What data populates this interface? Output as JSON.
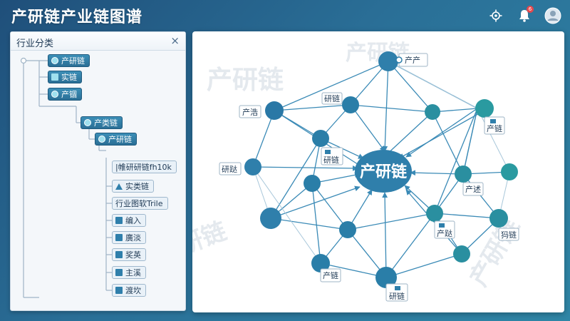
{
  "app": {
    "title": "产研链产业链图谱"
  },
  "topbar": {
    "icons": [
      "settings-icon",
      "bell-icon",
      "user-avatar-icon"
    ],
    "notification_count": "6"
  },
  "sidebar": {
    "title": "行业分类",
    "close_label": "×",
    "tree": [
      {
        "label": "产研链",
        "icon": "circle"
      },
      {
        "label": "实链",
        "icon": "square"
      },
      {
        "label": "产锢",
        "icon": "circle"
      },
      {
        "label": "产类链",
        "icon": "circle"
      },
      {
        "label": "产研链",
        "icon": "circle"
      },
      {
        "label": "|帷研研链fh10k",
        "icon": "none"
      },
      {
        "label": "实类链",
        "icon": "triangle"
      },
      {
        "label": "行业图软Trile",
        "icon": "square"
      },
      {
        "label": "编入",
        "icon": "square"
      },
      {
        "label": "廣淡",
        "icon": "square"
      },
      {
        "label": "奖英",
        "icon": "square"
      },
      {
        "label": "主溪",
        "icon": "square"
      },
      {
        "label": "渡坎",
        "icon": "square"
      }
    ]
  },
  "graph": {
    "center_label": "产研链",
    "watermarks": [
      "产研链",
      "产研链",
      "产研链",
      "产研链"
    ],
    "node_labels": [
      "产产",
      "研链",
      "产浩",
      "研链",
      "研跶",
      "产链",
      "产述",
      "产跶",
      "犸链",
      "产链",
      "研链"
    ],
    "colors": {
      "node": "#2f7fab",
      "node_dark": "#24668d",
      "teal": "#2a9aa0",
      "edge": "#3a8ab6"
    }
  }
}
